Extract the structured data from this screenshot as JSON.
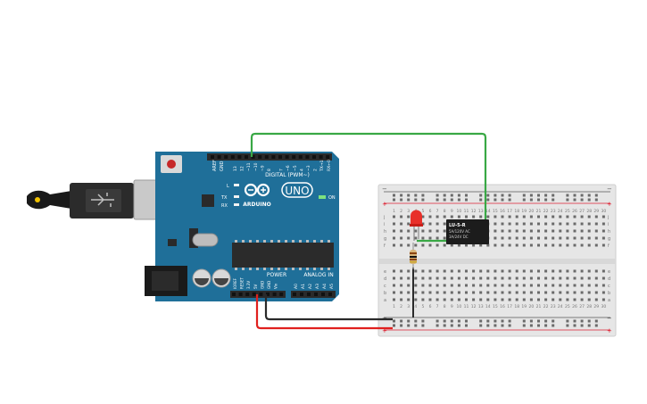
{
  "arduino": {
    "brand": "ARDUINO",
    "model": "UNO",
    "on_label": "ON",
    "digital_header": "DIGITAL (PWM~)",
    "power_header": "POWER",
    "analog_header": "ANALOG IN",
    "led_labels": [
      "L",
      "TX",
      "RX"
    ],
    "aref": "AREF",
    "gnd": "GND",
    "digital_pins": [
      "13",
      "12",
      "~11",
      "~10",
      "~9",
      "8",
      "7",
      "~6",
      "~5",
      "4",
      "~3",
      "2",
      "TX→1",
      "RX←0"
    ],
    "power_pins": [
      "IOREF",
      "RESET",
      "3.3V",
      "5V",
      "GND",
      "GND",
      "Vin"
    ],
    "analog_pins": [
      "A0",
      "A1",
      "A2",
      "A3",
      "A4",
      "A5"
    ]
  },
  "relay": {
    "label_line1": "LU-5-R",
    "label_line2": "5A/120V AC",
    "label_line3": "3A/24V DC"
  },
  "breadboard": {
    "columns_top": [
      "1",
      "2",
      "3",
      "4",
      "5",
      "6",
      "7",
      "8",
      "9",
      "10",
      "11",
      "12",
      "13",
      "14",
      "15",
      "16",
      "17",
      "18",
      "19",
      "20",
      "21",
      "22",
      "23",
      "24",
      "25",
      "26",
      "27",
      "28",
      "29",
      "30"
    ],
    "rows_upper": [
      "j",
      "i",
      "h",
      "g",
      "f"
    ],
    "rows_lower": [
      "e",
      "d",
      "c",
      "b",
      "a"
    ],
    "rail_minus": "−",
    "rail_plus": "+"
  },
  "colors": {
    "board": "#1f6f99",
    "wire_green": "#39a845",
    "wire_red": "#e0201e",
    "wire_black": "#2a2a2a",
    "breadboard": "#e6e6e6",
    "led": "#e8302a"
  }
}
